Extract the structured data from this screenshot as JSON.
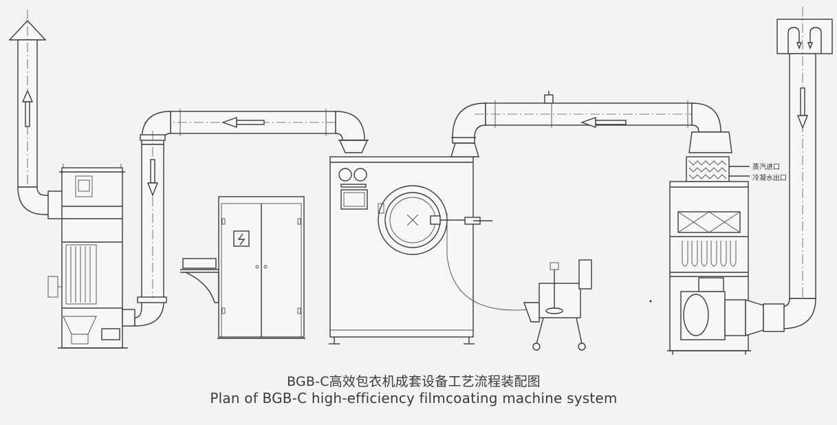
{
  "labels": {
    "steam_inlet": "蒸汽进口",
    "condensate_outlet": "冷凝水出口"
  },
  "caption": {
    "chinese": "BGB-C高效包衣机成套设备工艺流程装配图",
    "english": "Plan of BGB-C high-efficiency filmcoating machine system"
  }
}
